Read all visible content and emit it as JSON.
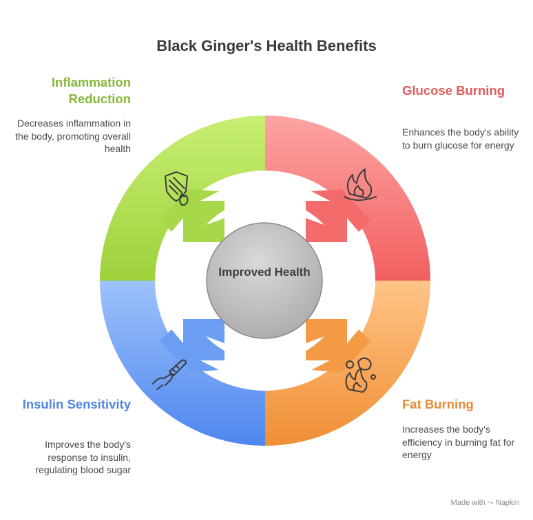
{
  "title": "Black Ginger's Health Benefits",
  "center": {
    "label": "Improved Health"
  },
  "segments": [
    {
      "key": "inflammation",
      "title": "Inflammation Reduction",
      "description": "Decreases inflammation in the body, promoting overall health",
      "icon": "shield-fire-icon",
      "color": "#9cd23e"
    },
    {
      "key": "glucose",
      "title": "Glucose Burning",
      "description": "Enhances the body's ability to burn glucose for energy",
      "icon": "flame-icon",
      "color": "#f46a6a"
    },
    {
      "key": "fat",
      "title": "Fat Burning",
      "description": "Increases the body's efficiency in burning fat for energy",
      "icon": "fat-bubbles-flame-icon",
      "color": "#f6a050"
    },
    {
      "key": "insulin",
      "title": "Insulin Sensitivity",
      "description": "Improves the body's response to insulin, regulating blood sugar",
      "icon": "thermometer-hand-icon",
      "color": "#5c93f2"
    }
  ],
  "footer": {
    "made_with": "Made with",
    "brand": "Napkin"
  }
}
